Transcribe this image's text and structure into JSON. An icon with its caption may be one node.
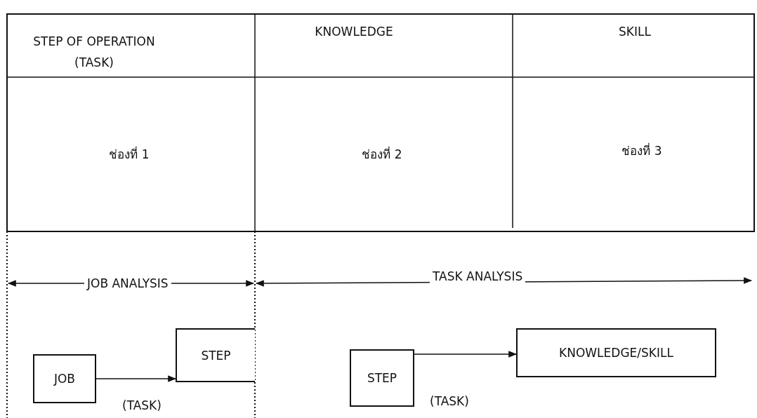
{
  "diagram": {
    "nodes": [
      {
        "text": [
          "JOB"
        ]
      },
      {
        "text": [
          "STEP"
        ],
        "beside": [
          "(TASK)"
        ]
      },
      {
        "text": [
          "STEP"
        ],
        "beside": [
          "(TASK)"
        ]
      },
      {
        "text": [
          "KNOWLEDGE/SKILL"
        ]
      }
    ],
    "edges": [
      {
        "from": 0,
        "to": 1,
        "arrow": "to"
      },
      {
        "from": 2,
        "to": 3,
        "arrow": "to"
      }
    ],
    "labels": [
      "STEP OF OPERATION (TASK)",
      "KNOWLEDGE",
      "SKILL",
      "ช่องที่ 1",
      "ช่องที่ 2",
      "ช่องที่ 3",
      "JOB ANALYSIS",
      "TASK ANALYSIS"
    ]
  }
}
